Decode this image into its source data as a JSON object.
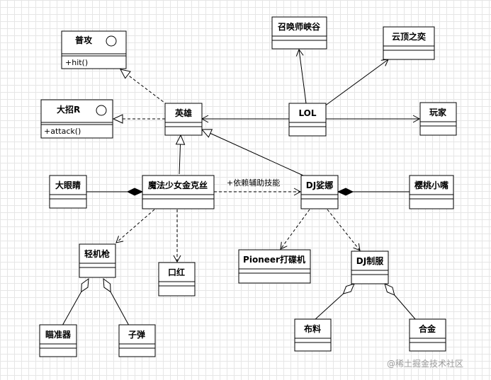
{
  "classes": {
    "putong": {
      "name": "普攻",
      "ops": [
        "+hit()"
      ]
    },
    "dazhao": {
      "name": "大招R",
      "ops": [
        "+attack()"
      ]
    },
    "yingxiong": {
      "name": "英雄"
    },
    "lol": {
      "name": "LOL"
    },
    "zhaohuanshi": {
      "name": "召唤师峡谷"
    },
    "yunding": {
      "name": "云顶之奕"
    },
    "wanjia": {
      "name": "玩家"
    },
    "dayanjing": {
      "name": "大眼睛"
    },
    "mofa": {
      "name": "魔法少女金克丝"
    },
    "djsona": {
      "name": "DJ娑娜"
    },
    "yingtao": {
      "name": "樱桃小嘴"
    },
    "qingjiqiang": {
      "name": "轻机枪"
    },
    "kouhong": {
      "name": "口红"
    },
    "pioneer": {
      "name": "Pioneer打碟机"
    },
    "djzhifu": {
      "name": "DJ制服"
    },
    "miaozhunqi": {
      "name": "瞄准器"
    },
    "zidan": {
      "name": "子弹"
    },
    "buliao": {
      "name": "布料"
    },
    "hejin": {
      "name": "合金"
    }
  },
  "edge_labels": {
    "depends_skill": "+依赖辅助技能"
  },
  "watermark": "@稀土掘金技术社区"
}
